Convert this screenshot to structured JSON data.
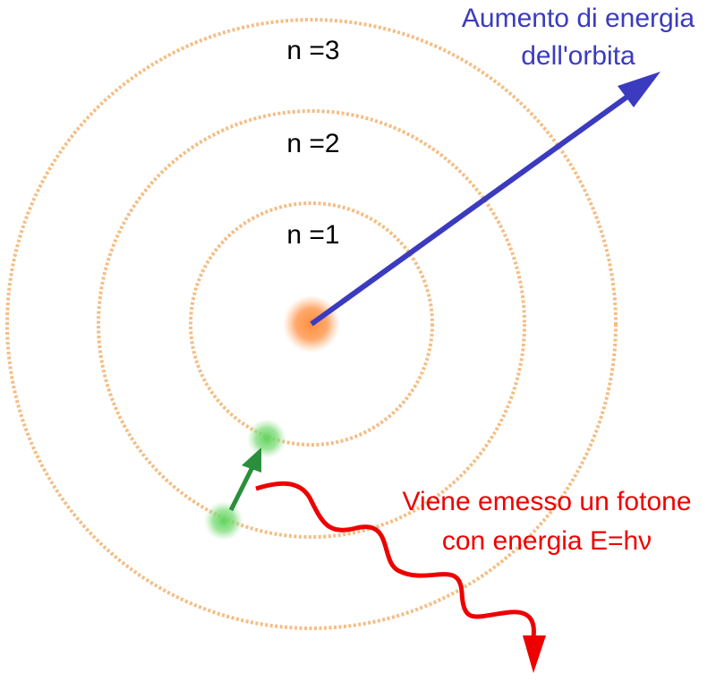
{
  "orbits": [
    {
      "label": "n =1"
    },
    {
      "label": "n =2"
    },
    {
      "label": "n =3"
    }
  ],
  "energy_arrow_caption": {
    "line1": "Aumento di energia",
    "line2": "dell'orbita"
  },
  "photon_caption": {
    "line1": "Viene emesso un fotone",
    "line2": "con energia E=hν"
  },
  "colors": {
    "orbit": "#f5bd84",
    "nucleus": "#ff8d3d",
    "electron": "#6dd86a",
    "energy_arrow": "#3b3bbf",
    "transition_arrow": "#2a8f3c",
    "photon": "#ee0000",
    "label_text": "#000000"
  }
}
